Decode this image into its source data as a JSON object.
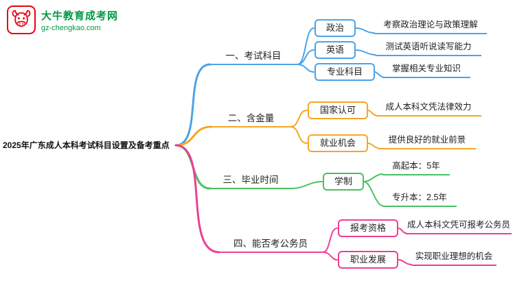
{
  "logo": {
    "icon": "cow-icon",
    "title": "大牛教育成考网",
    "subtitle": "gz-chengkao.com",
    "brand_red": "#E60012",
    "brand_green": "#009944"
  },
  "mindmap": {
    "root": "2025年广东成人本科考试科目设置及备考重点",
    "branches": [
      {
        "label": "一、考试科目",
        "color": "#4AA3E8",
        "children": [
          {
            "label": "政治",
            "leaf": "考察政治理论与政策理解"
          },
          {
            "label": "英语",
            "leaf": "测试英语听说读写能力"
          },
          {
            "label": "专业科目",
            "leaf": "掌握相关专业知识"
          }
        ]
      },
      {
        "label": "二、含金量",
        "color": "#F5A623",
        "children": [
          {
            "label": "国家认可",
            "leaf": "成人本科文凭法律效力"
          },
          {
            "label": "就业机会",
            "leaf": "提供良好的就业前景"
          }
        ]
      },
      {
        "label": "三、毕业时间",
        "color": "#47C25E",
        "children": [
          {
            "label": "学制",
            "leaves": [
              "高起本：5年",
              "专升本：2.5年"
            ]
          }
        ]
      },
      {
        "label": "四、能否考公务员",
        "color": "#EE3F92",
        "children": [
          {
            "label": "报考资格",
            "leaf": "成人本科文凭可报考公务员"
          },
          {
            "label": "职业发展",
            "leaf": "实现职业理想的机会"
          }
        ]
      }
    ]
  }
}
